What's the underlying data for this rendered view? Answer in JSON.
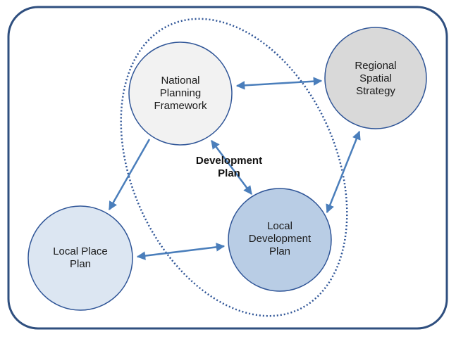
{
  "nodes": {
    "national": {
      "lines": [
        "National",
        "Planning",
        "Framework"
      ],
      "fill": "#f2f2f2"
    },
    "regional": {
      "lines": [
        "Regional",
        "Spatial",
        "Strategy"
      ],
      "fill": "#d9d9d9"
    },
    "local_place": {
      "lines": [
        "Local Place",
        "Plan"
      ],
      "fill": "#dce6f2"
    },
    "local_dev": {
      "lines": [
        "Local",
        "Development",
        "Plan"
      ],
      "fill": "#b9cde5"
    }
  },
  "development_plan": {
    "lines": [
      "Development",
      "Plan"
    ]
  },
  "colors": {
    "frame": "#2f4f7f",
    "circle_stroke": "#2f5597",
    "arrow": "#4a7ebb",
    "dotted": "#2f5597"
  }
}
